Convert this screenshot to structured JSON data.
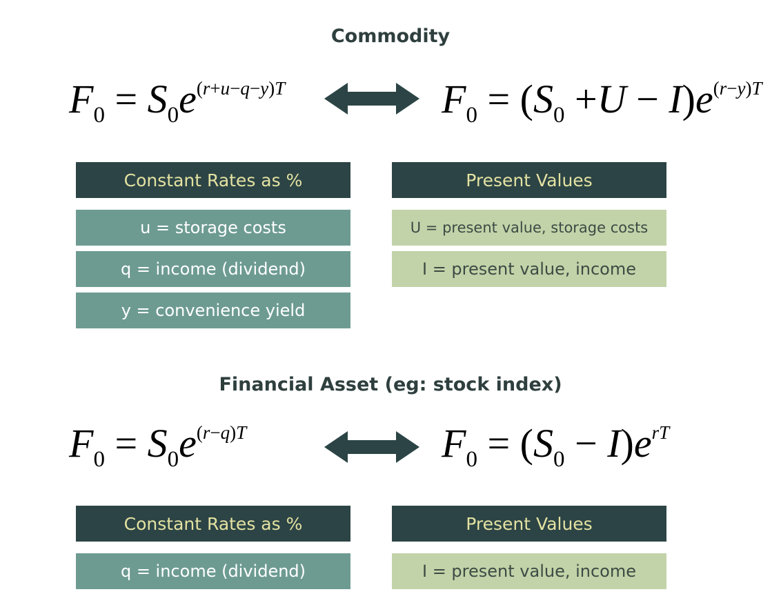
{
  "commodity": {
    "title": "Commodity",
    "left_formula": {
      "lhs_var": "F",
      "lhs_sub": "0",
      "eq": "=",
      "s_var": "S",
      "s_sub": "0",
      "e": "e",
      "exp_parts": [
        "(",
        "r",
        "+",
        "u",
        "−",
        "q",
        "−",
        "y",
        ")",
        "T"
      ]
    },
    "right_formula": {
      "lhs_var": "F",
      "lhs_sub": "0",
      "eq": "=",
      "open": "(",
      "s_var": "S",
      "s_sub": "0",
      "plus": "+",
      "u_var": "U",
      "minus": "−",
      "i_var": "I",
      "close": ")",
      "e": "e",
      "exp_parts": [
        "(",
        "r",
        "−",
        "y",
        ")",
        "T"
      ]
    },
    "left_header": "Constant Rates as %",
    "rates": [
      "u = storage costs",
      "q = income (dividend)",
      "y = convenience yield"
    ],
    "right_header": "Present Values",
    "present_values": [
      "U = present value, storage costs",
      "I = present value, income"
    ]
  },
  "financial": {
    "title": "Financial Asset (eg: stock index)",
    "left_formula": {
      "lhs_var": "F",
      "lhs_sub": "0",
      "eq": "=",
      "s_var": "S",
      "s_sub": "0",
      "e": "e",
      "exp_parts": [
        "(",
        "r",
        "−",
        "q",
        ")",
        "T"
      ]
    },
    "right_formula": {
      "lhs_var": "F",
      "lhs_sub": "0",
      "eq": "=",
      "open": "(",
      "s_var": "S",
      "s_sub": "0",
      "minus": "−",
      "i_var": "I",
      "close": ")",
      "e": "e",
      "exp": "rT"
    },
    "left_header": "Constant Rates as %",
    "rates": [
      "q = income (dividend)"
    ],
    "right_header": "Present Values",
    "present_values": [
      "I = present value, income"
    ]
  },
  "colors": {
    "header_bg": "#2c4445",
    "header_text": "#e4e2a2",
    "rate_bg": "#6d9b92",
    "pv_bg": "#c2d3a9",
    "arrow": "#2c4445"
  }
}
